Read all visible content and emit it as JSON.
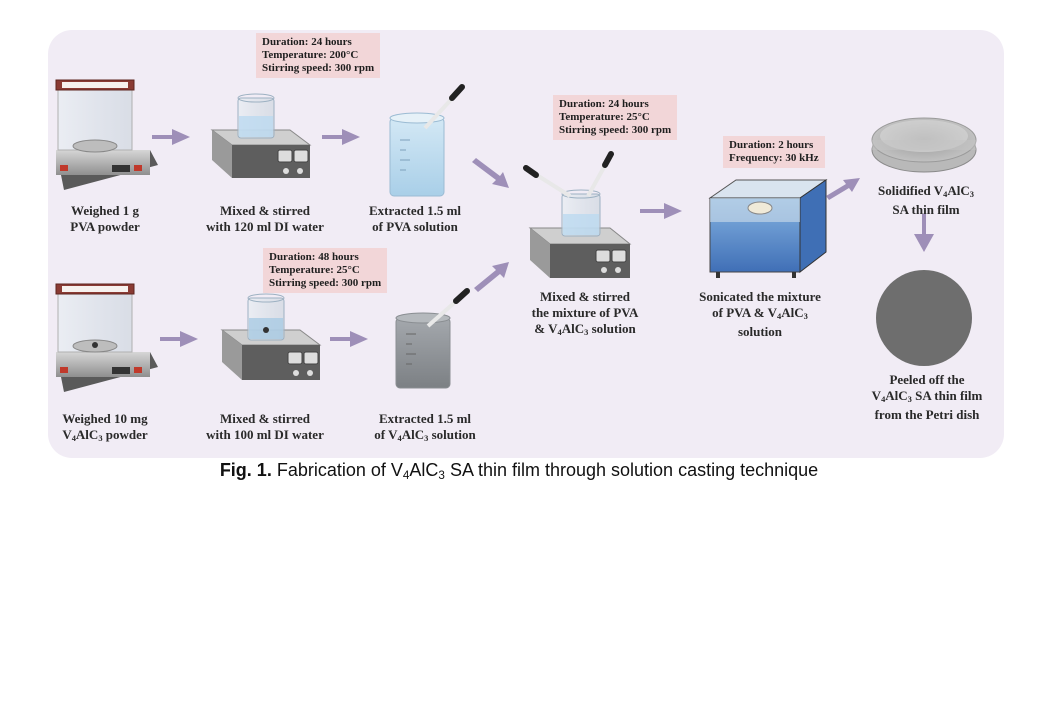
{
  "conditions": {
    "pva_stir": {
      "duration": "Duration: 24 hours",
      "temperature": "Temperature: 200°C",
      "speed": "Stirring speed: 300 rpm"
    },
    "v4alc3_stir": {
      "duration": "Duration: 48 hours",
      "temperature": "Temperature: 25°C",
      "speed": "Stirring speed: 300 rpm"
    },
    "mix_stir": {
      "duration": "Duration: 24 hours",
      "temperature": "Temperature: 25°C",
      "speed": "Stirring speed: 300 rpm"
    },
    "sonication": {
      "duration": "Duration: 2 hours",
      "frequency": "Frequency: 30 kHz"
    }
  },
  "steps": {
    "weigh_pva": {
      "line1": "Weighed 1 g",
      "line2": "PVA powder"
    },
    "mix_pva": {
      "line1": "Mixed & stirred",
      "line2": "with 120 ml DI water"
    },
    "extract_pva": {
      "line1": "Extracted 1.5 ml",
      "line2": "of PVA solution"
    },
    "weigh_v4alc3": {
      "line1": "Weighed 10 mg",
      "line2_pre": "V",
      "line2_s1": "4",
      "line2_mid": "AlC",
      "line2_s2": "3",
      "line2_post": " powder"
    },
    "mix_v4alc3": {
      "line1": "Mixed & stirred",
      "line2": "with 100 ml DI water"
    },
    "extract_v4alc3": {
      "line1": "Extracted 1.5 ml",
      "line2_pre": "of V",
      "line2_s1": "4",
      "line2_mid": "AlC",
      "line2_s2": "3",
      "line2_post": " solution"
    },
    "mix_both": {
      "line1": "Mixed & stirred",
      "line2": "the mixture of PVA",
      "line3_pre": "& V",
      "line3_s1": "4",
      "line3_mid": "AlC",
      "line3_s2": "3",
      "line3_post": " solution"
    },
    "sonicate": {
      "line1": "Sonicated the mixture",
      "line2_pre": "of PVA & V",
      "line2_s1": "4",
      "line2_mid": "AlC",
      "line2_s2": "3",
      "line3": "solution"
    },
    "solidified": {
      "line1_pre": "Solidified V",
      "line1_s1": "4",
      "line1_mid": "AlC",
      "line1_s2": "3",
      "line2": "SA thin film"
    },
    "peeled": {
      "line1": "Peeled off the",
      "line2_pre": "V",
      "line2_s1": "4",
      "line2_mid": "AlC",
      "line2_s2": "3",
      "line2_post": " SA thin film",
      "line3": "from the Petri dish"
    }
  },
  "caption": {
    "label": "Fig. 1.",
    "text_pre": " Fabrication of V",
    "s1": "4",
    "mid": "AlC",
    "s2": "3",
    "text_post": " SA thin film through solution casting technique"
  },
  "colors": {
    "panel": "#f1ecf5",
    "arrow": "#9e8fb8",
    "condition_box": "#f2d6d8",
    "pva_solution": "#bcd8ec",
    "v4alc3_solution": "#8e9296",
    "final_film": "#6e6e6e"
  }
}
